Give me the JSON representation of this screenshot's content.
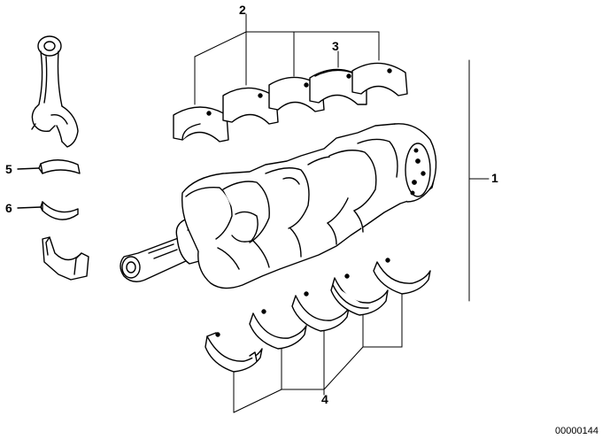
{
  "callouts": {
    "c1": "1",
    "c2": "2",
    "c3": "3",
    "c4": "4",
    "c5": "5",
    "c6": "6"
  },
  "drawing_number": "00000144",
  "colors": {
    "line": "#000000",
    "background": "#ffffff",
    "fill": "#ffffff"
  }
}
